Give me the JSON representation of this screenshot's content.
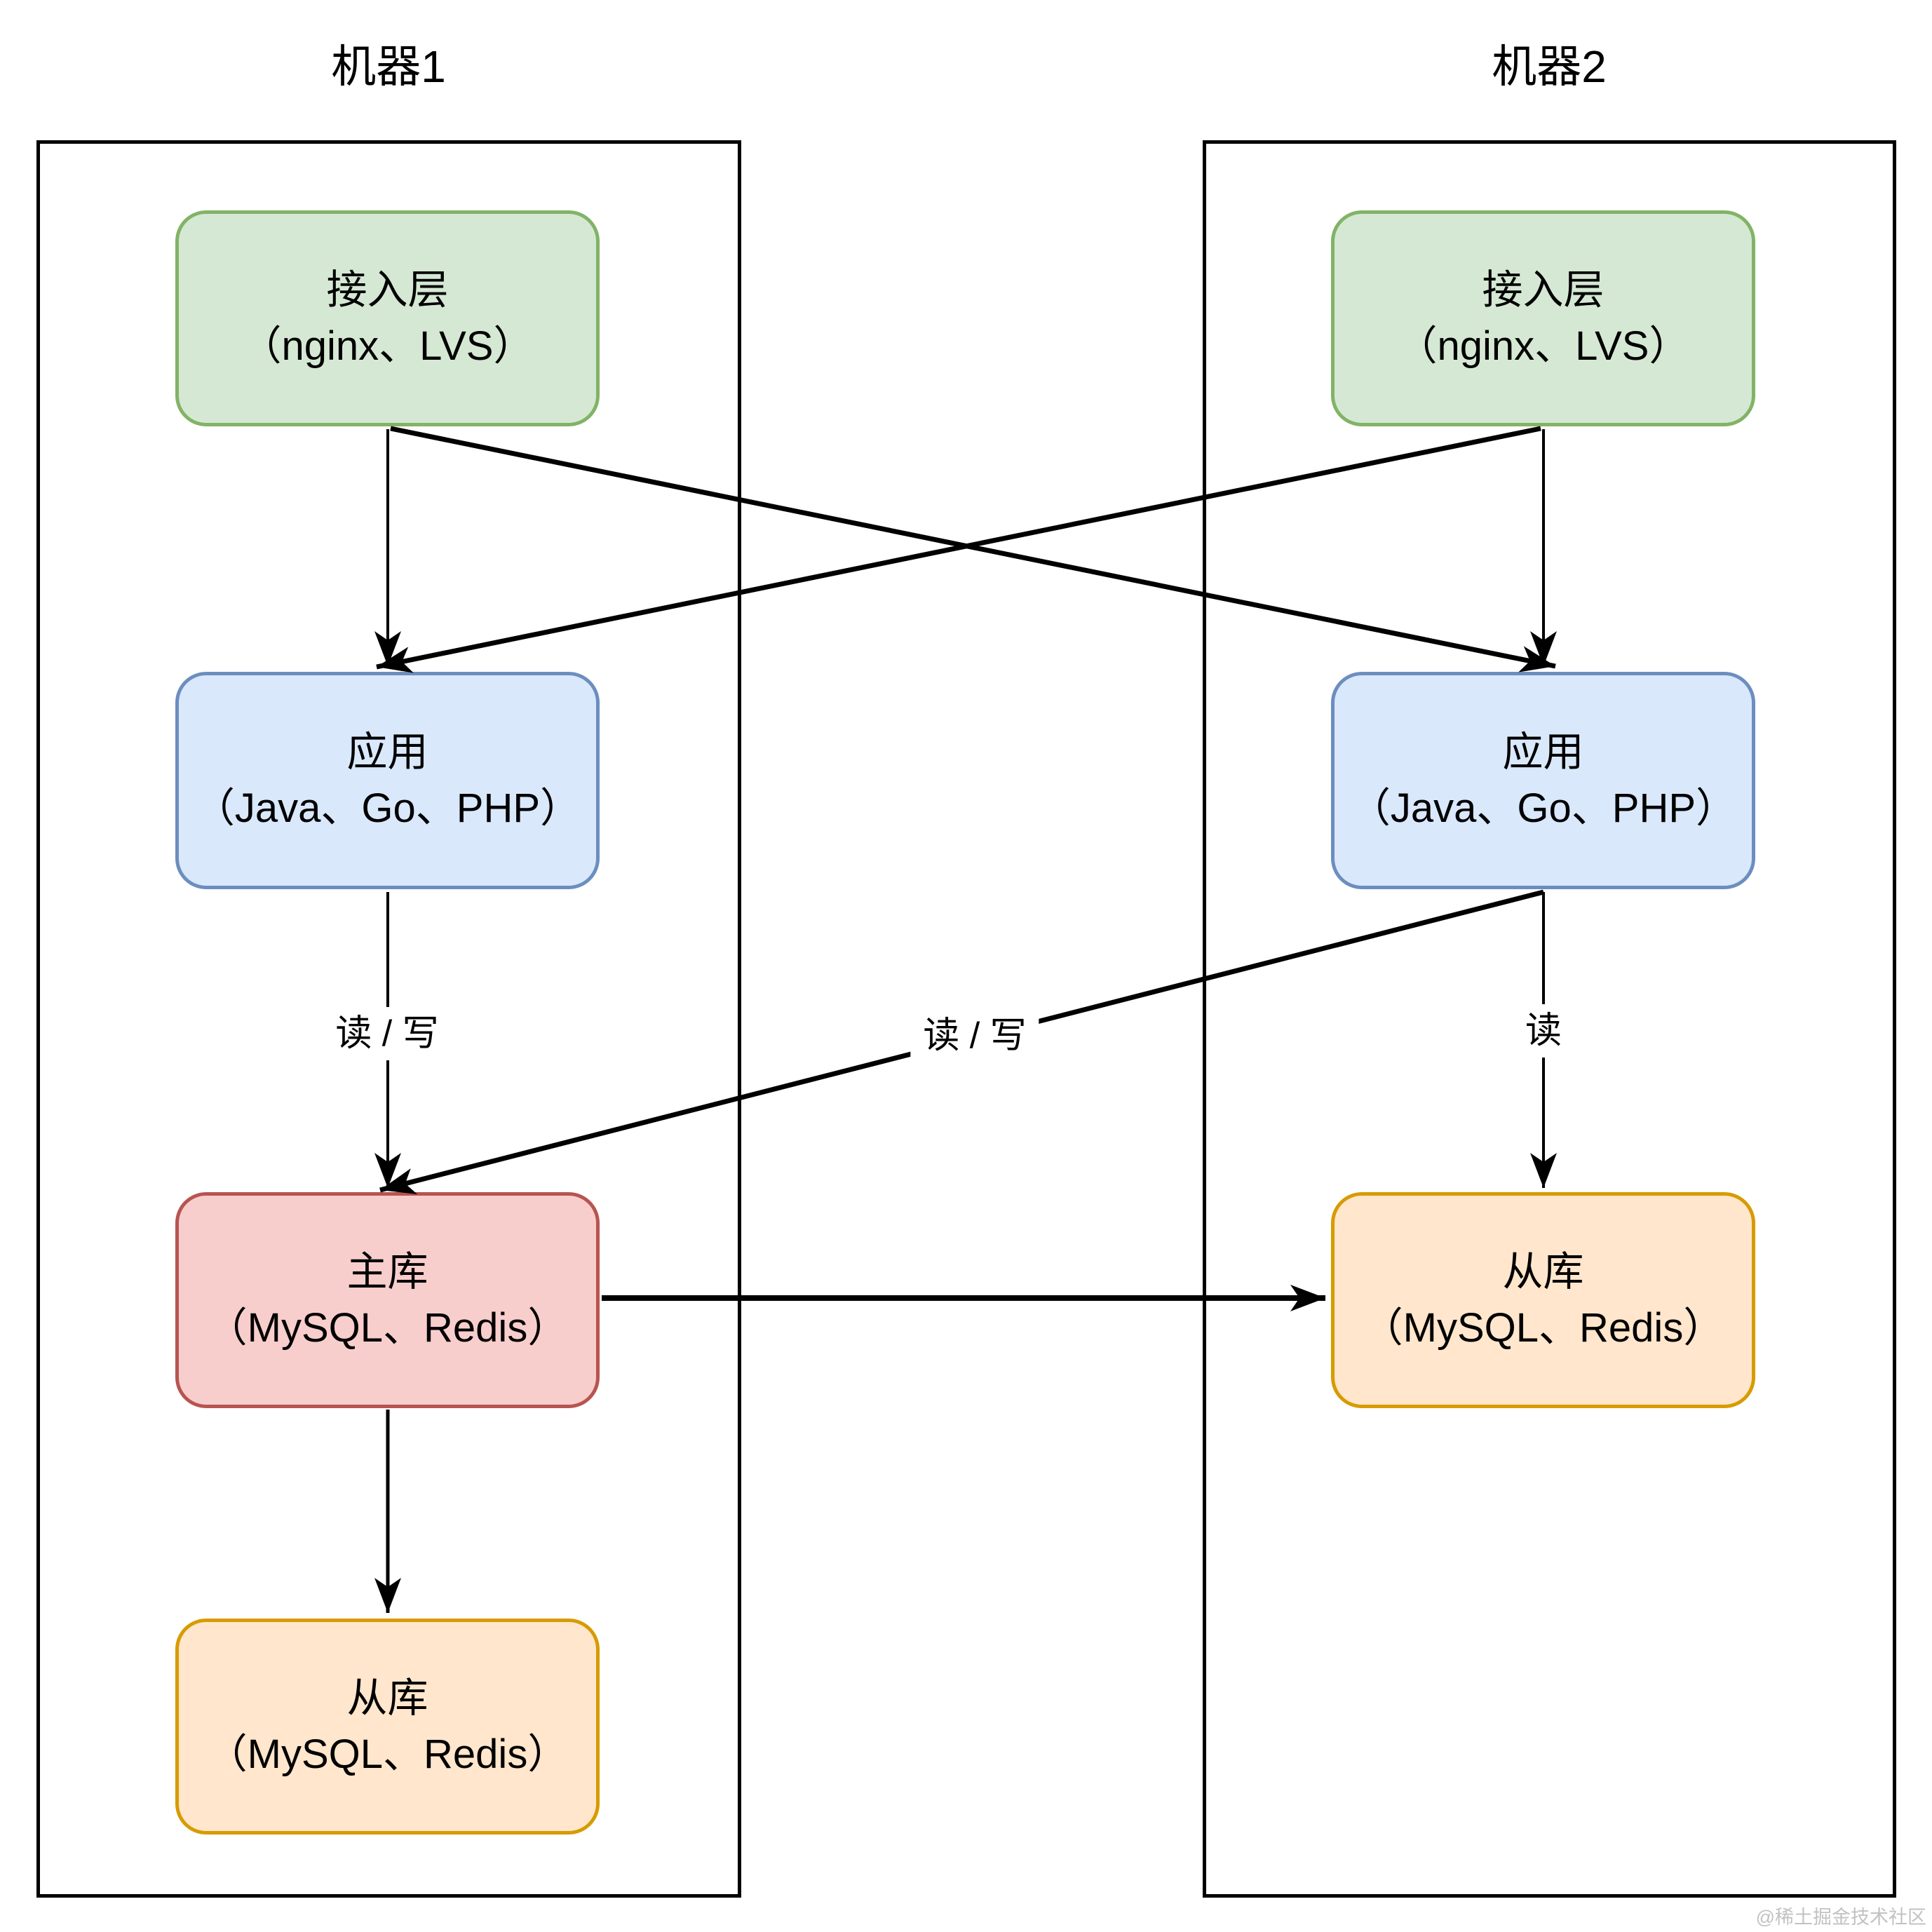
{
  "page": {
    "background": "#ffffff",
    "watermark": "@稀土掘金技术社区"
  },
  "colors": {
    "green_fill": "#d5e8d4",
    "green_stroke": "#82b366",
    "blue_fill": "#dae8fc",
    "blue_stroke": "#6c8ebf",
    "red_fill": "#f8cecc",
    "red_stroke": "#b85450",
    "orange_fill": "#ffe6cc",
    "orange_stroke": "#d79b00",
    "container_stroke": "#000000",
    "arrow_stroke": "#000000",
    "watermark_color": "#c2c2c2"
  },
  "machines": [
    {
      "title": "机器1",
      "nodes": [
        {
          "id": "access-layer-1",
          "title": "接入层",
          "subtitle": "（nginx、LVS）",
          "color": "green"
        },
        {
          "id": "app-1",
          "title": "应用",
          "subtitle": "（Java、Go、PHP）",
          "color": "blue"
        },
        {
          "id": "master-db-1",
          "title": "主库",
          "subtitle": "（MySQL、Redis）",
          "color": "red"
        },
        {
          "id": "slave-db-1",
          "title": "从库",
          "subtitle": "（MySQL、Redis）",
          "color": "orange"
        }
      ]
    },
    {
      "title": "机器2",
      "nodes": [
        {
          "id": "access-layer-2",
          "title": "接入层",
          "subtitle": "（nginx、LVS）",
          "color": "green"
        },
        {
          "id": "app-2",
          "title": "应用",
          "subtitle": "（Java、Go、PHP）",
          "color": "blue"
        },
        {
          "id": "slave-db-2",
          "title": "从库",
          "subtitle": "（MySQL、Redis）",
          "color": "orange"
        }
      ]
    }
  ],
  "edges": [
    {
      "from": "access-layer-1",
      "to": "app-1",
      "label": ""
    },
    {
      "from": "access-layer-1",
      "to": "app-2",
      "label": ""
    },
    {
      "from": "access-layer-2",
      "to": "app-2",
      "label": ""
    },
    {
      "from": "access-layer-2",
      "to": "app-1",
      "label": ""
    },
    {
      "from": "app-1",
      "to": "master-db-1",
      "label": "读 / 写"
    },
    {
      "from": "app-2",
      "to": "master-db-1",
      "label": "读 / 写"
    },
    {
      "from": "app-2",
      "to": "slave-db-2",
      "label": "读"
    },
    {
      "from": "master-db-1",
      "to": "slave-db-2",
      "label": ""
    },
    {
      "from": "master-db-1",
      "to": "slave-db-1",
      "label": ""
    }
  ]
}
